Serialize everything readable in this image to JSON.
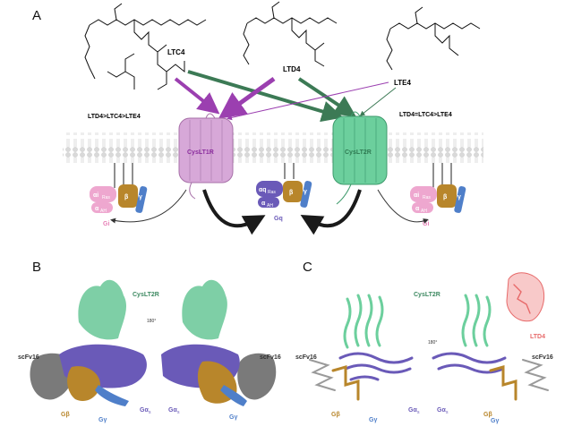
{
  "panels": {
    "a": "A",
    "b": "B",
    "c": "C"
  },
  "ligands": {
    "ltc4": "LTC4",
    "ltd4": "LTD4",
    "lte4": "LTE4"
  },
  "receptors": {
    "cyslt1r": "CysLT1R",
    "cyslt2r": "CysLT2R"
  },
  "potency": {
    "cyslt1r": "LTD4>LTC4>LTE4",
    "cyslt2r": "LTD4=LTC4>LTE4"
  },
  "g_proteins": {
    "gi_alpha": "αi",
    "gi_alpha_sub": "Ras",
    "gq_alpha": "αq",
    "gq_alpha_sub": "Ras",
    "alpha_ah": "α",
    "alpha_ah_sub": "AH",
    "beta": "β",
    "gamma": "γ",
    "gi": "Gi",
    "gq": "Gq"
  },
  "structure_labels": {
    "cyslt2r": "CysLT2R",
    "scfv16": "scFv16",
    "gbeta": "Gβ",
    "ggamma": "Gγ",
    "galpha": "Gα",
    "galpha_sub": "s",
    "rotation": "180°",
    "ltd4": "LTD4"
  },
  "colors": {
    "cyslt1r": "#d7a8d8",
    "cyslt2r": "#6ccf9d",
    "purple_arrow": "#9b3fb0",
    "green_arrow": "#3c7a55",
    "galpha_q": "#6a5ab8",
    "gbeta": "#b8862b",
    "ggamma": "#4f7fc9",
    "gi_pink": "#eea7cf",
    "scfv": "#8e8e8e",
    "ltd4": "#e76a6a"
  }
}
